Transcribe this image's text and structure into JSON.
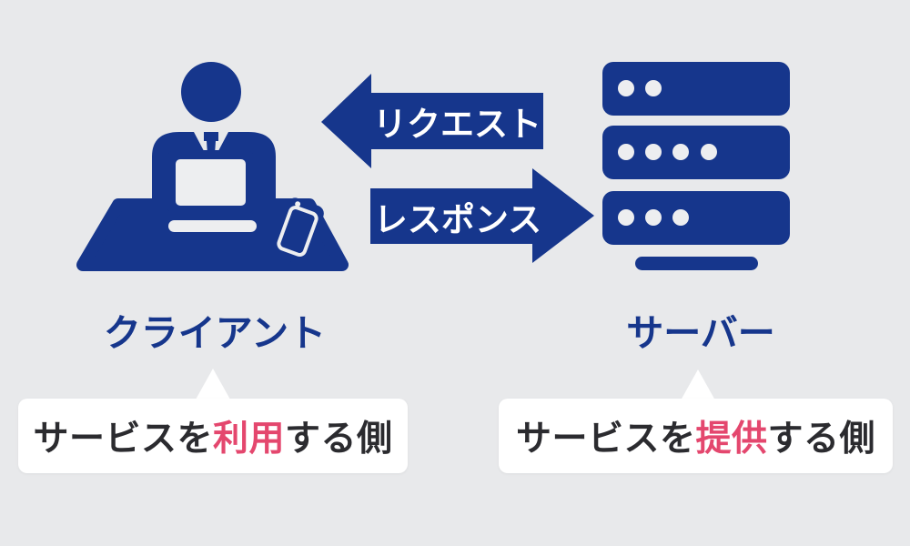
{
  "diagram": {
    "title": "client-server request/response diagram",
    "colors": {
      "background": "#E8E9EB",
      "primary_navy": "#16368C",
      "accent_pink": "#E4476E",
      "text_dark": "#2B2B2F",
      "bubble_white": "#FFFFFF"
    }
  },
  "arrows": {
    "request": {
      "label": "リクエスト",
      "direction": "left",
      "from": "server",
      "to": "client"
    },
    "response": {
      "label": "レスポンス",
      "direction": "right",
      "from": "client",
      "to": "server"
    }
  },
  "client": {
    "title": "クライアント",
    "icon": "person-at-desk-with-laptop-and-smartphone-icon",
    "bubble": {
      "prefix": "サービスを",
      "highlight": "利用",
      "suffix": "する側"
    }
  },
  "server": {
    "title": "サーバー",
    "icon": "server-rack-stack-icon",
    "bubble": {
      "prefix": "サービスを",
      "highlight": "提供",
      "suffix": "する側"
    }
  }
}
